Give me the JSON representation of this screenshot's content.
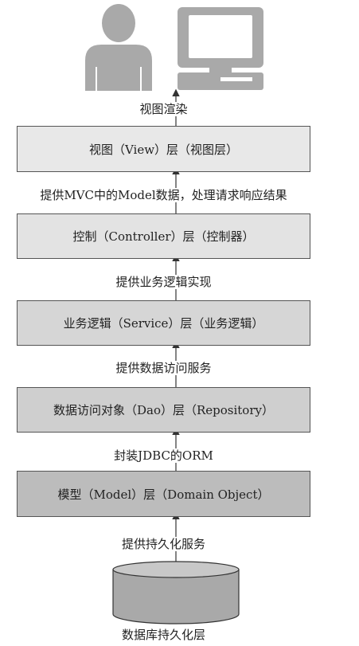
{
  "layers": [
    {
      "text": "视图（View）层（视图层）"
    },
    {
      "text": "控制（Controller）层（控制器）"
    },
    {
      "text": "业务逻辑（Service）层（业务逻辑）"
    },
    {
      "text": "数据访问对象（Dao）层（Repository）"
    },
    {
      "text": "模型（Model）层（Domain Object）"
    }
  ],
  "connectors": [
    {
      "text": "视图渲染"
    },
    {
      "text": "提供MVC中的Model数据，处理请求响应结果"
    },
    {
      "text": "提供业务逻辑实现"
    },
    {
      "text": "提供数据访问服务"
    },
    {
      "text": "封装JDBC的ORM"
    },
    {
      "text": "提供持久化服务"
    }
  ],
  "database": {
    "label": "数据库持久化层"
  },
  "icons": [
    "user-icon",
    "computer-icon",
    "database-icon"
  ]
}
